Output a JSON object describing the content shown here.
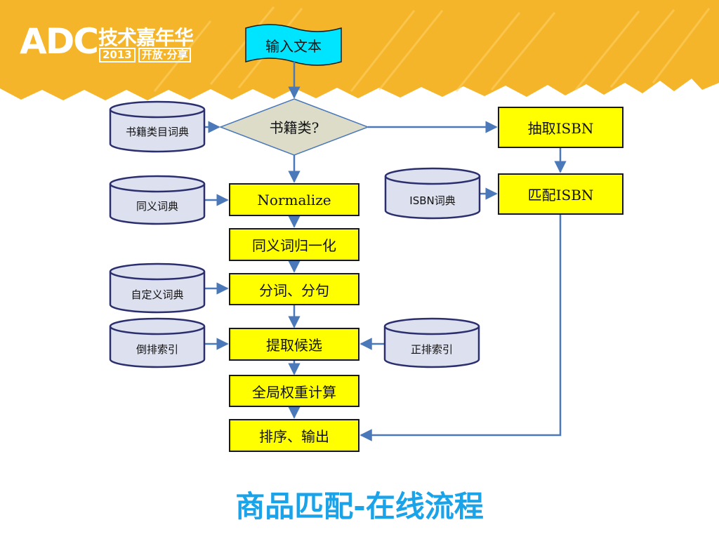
{
  "header": {
    "logo_main": "ADC",
    "logo_cn": "技术嘉年华",
    "logo_year": "2013",
    "logo_tagline": "开放·分享"
  },
  "diagram": {
    "start": "输入文本",
    "decision": "书籍类?",
    "steps": [
      "Normalize",
      "同义词归一化",
      "分词、分句",
      "提取候选",
      "全局权重计算",
      "排序、输出"
    ],
    "isbn_steps": [
      "抽取ISBN",
      "匹配ISBN"
    ],
    "dictionaries": {
      "book_category": "书籍类目词典",
      "synonym": "同义词典",
      "custom": "自定义词典",
      "inverted_index": "倒排索引",
      "isbn": "ISBN词典",
      "forward_index": "正排索引"
    }
  },
  "title": "商品匹配-在线流程",
  "colors": {
    "banner": "#f5b52a",
    "process_fill": "#ffff00",
    "start_fill": "#00e5ff",
    "decision_fill": "#dcdcc8",
    "cylinder_fill": "#dde0ee",
    "cylinder_stroke": "#2b2f6e",
    "connector": "#4a78b8",
    "title": "#1aa3e8"
  }
}
